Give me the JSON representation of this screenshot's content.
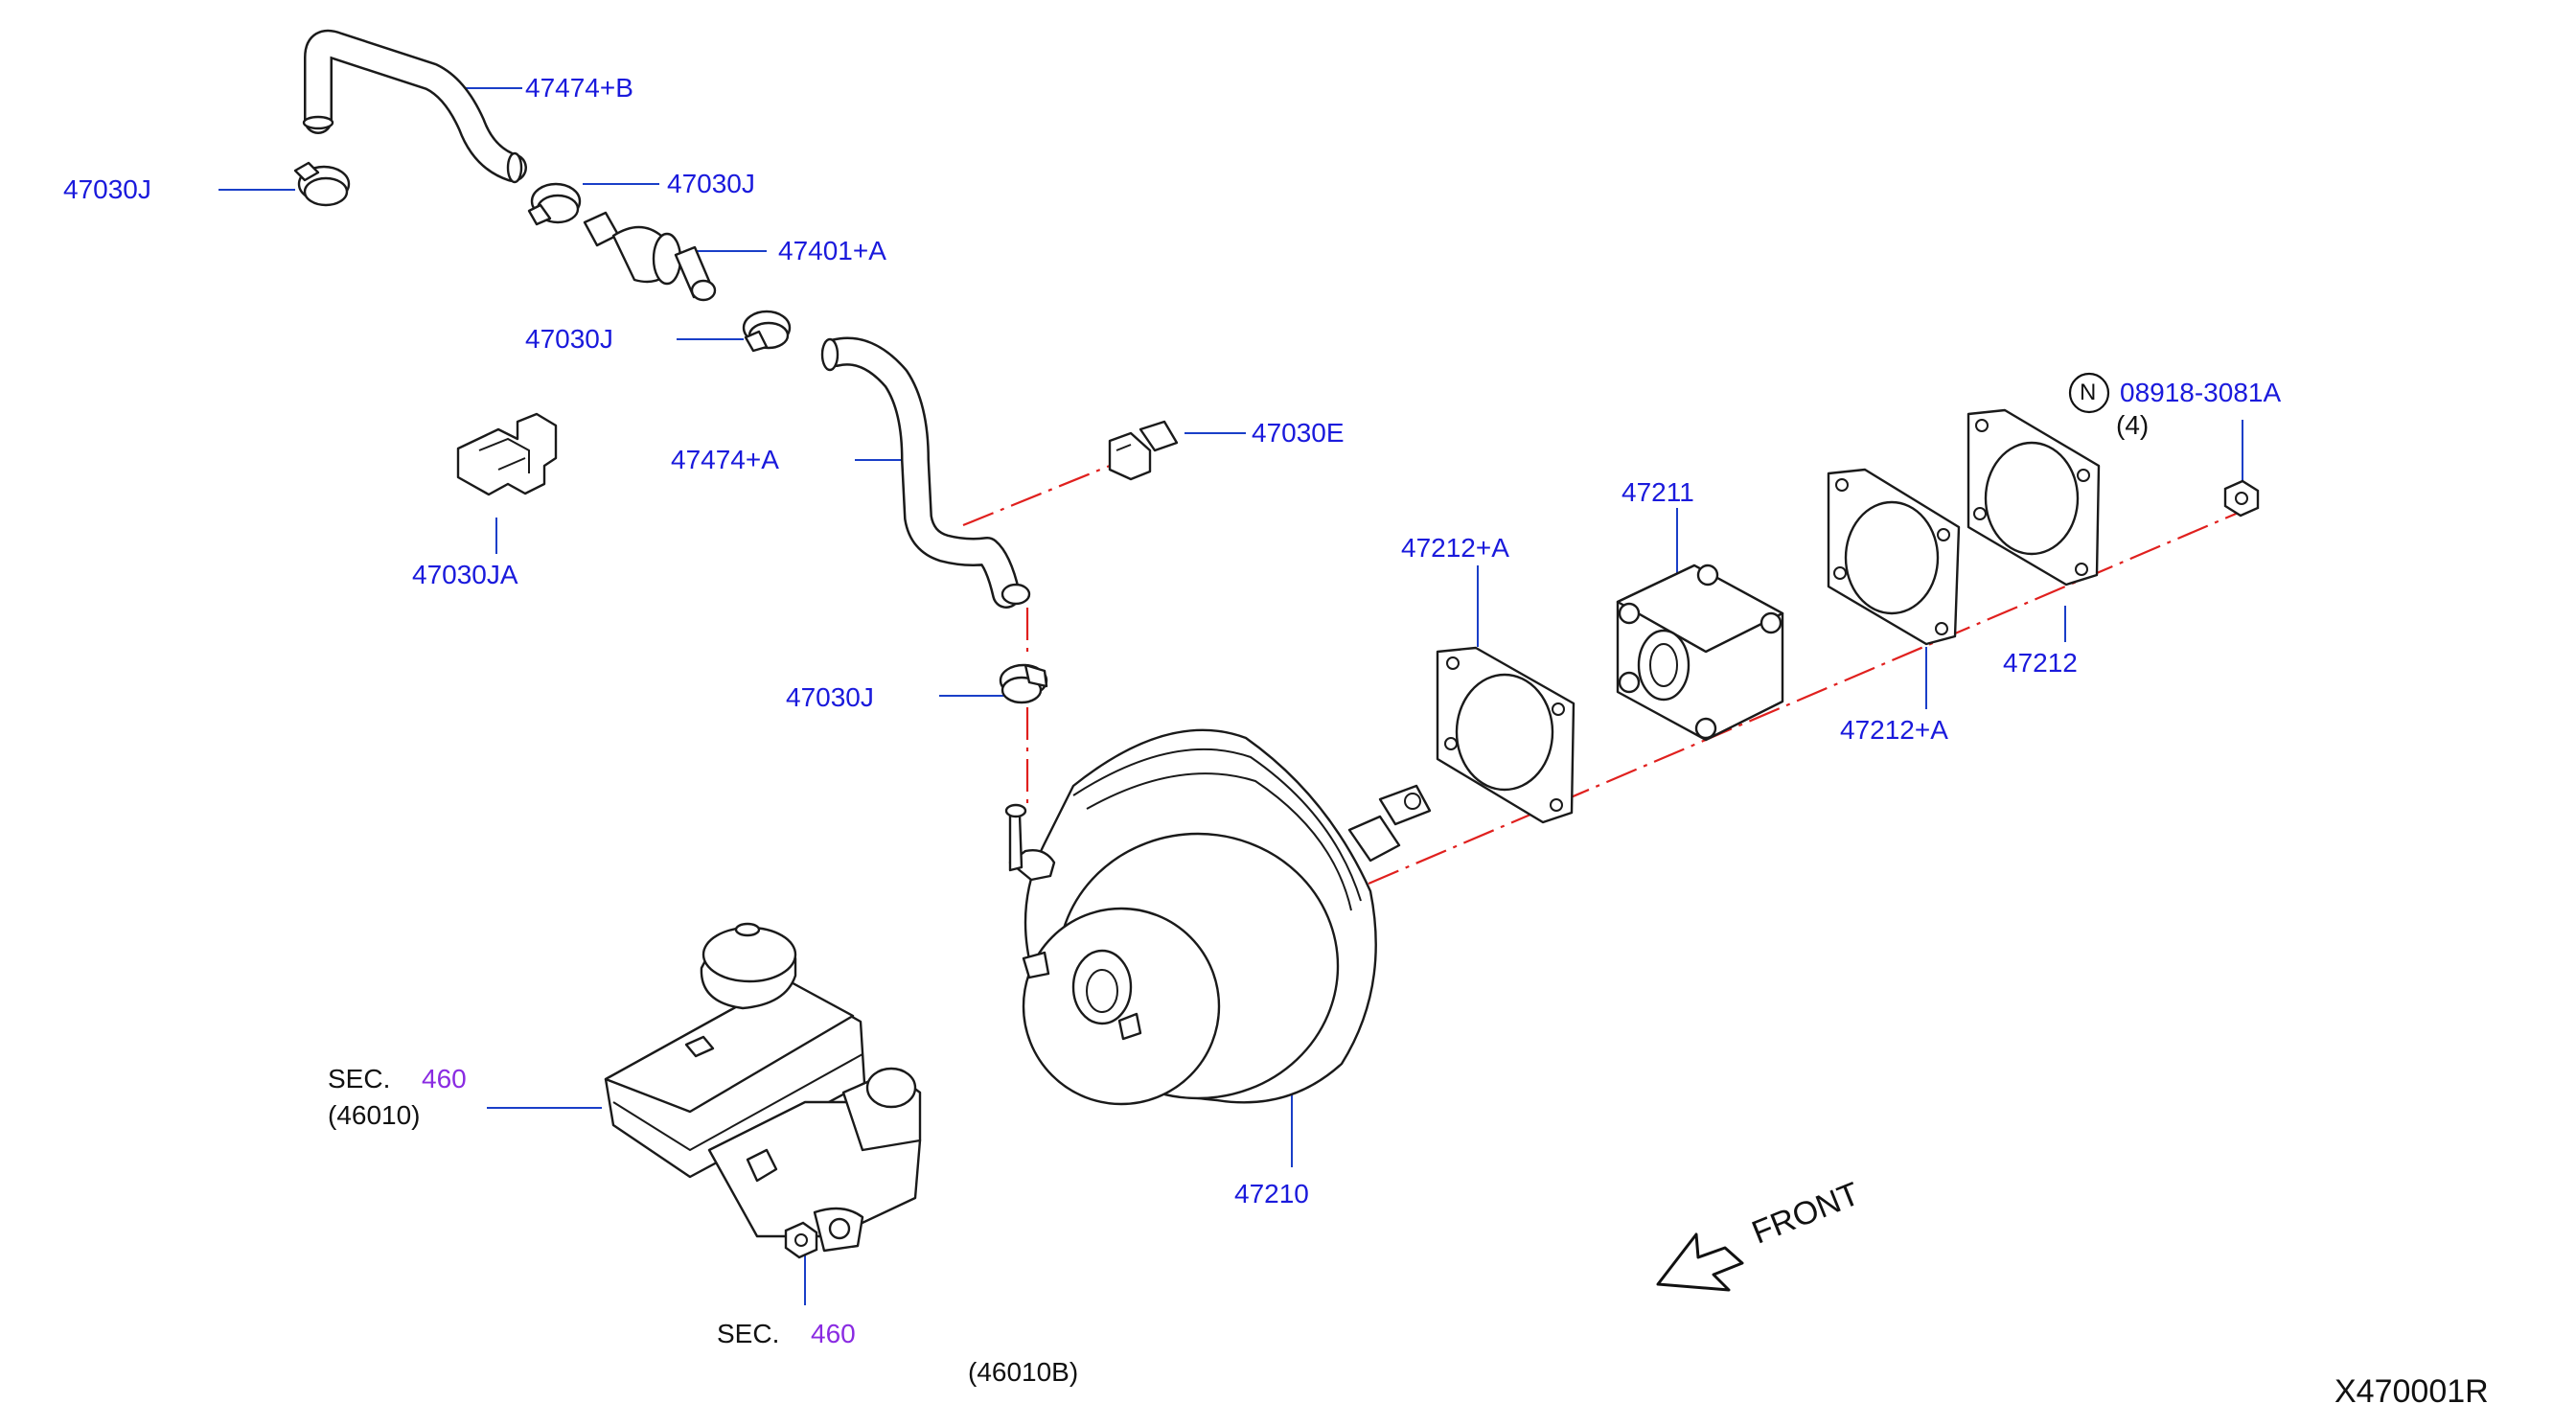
{
  "diagram_id": "X470001R",
  "front_label": "FRONT",
  "callouts": {
    "hose_b": "47474+B",
    "clamp_top_left": "47030J",
    "clamp_top": "47030J",
    "check_valve": "47401+A",
    "clamp_mid": "47030J",
    "hose_a": "47474+A",
    "connector": "47030E",
    "holder": "47030JA",
    "clamp_low": "47030J",
    "booster": "47210",
    "spacer": "47211",
    "gasket_a1": "47212+A",
    "gasket_a2": "47212+A",
    "gasket": "47212",
    "nut": "08918-3081A",
    "nut_qty": "(4)",
    "nut_marker": "N"
  },
  "sections": {
    "master_cyl_sec": "SEC.",
    "master_cyl_num": "460",
    "master_cyl_ref": "(46010)",
    "lower_sec": "SEC.",
    "lower_num": "460",
    "lower_ref": "(46010B)"
  }
}
